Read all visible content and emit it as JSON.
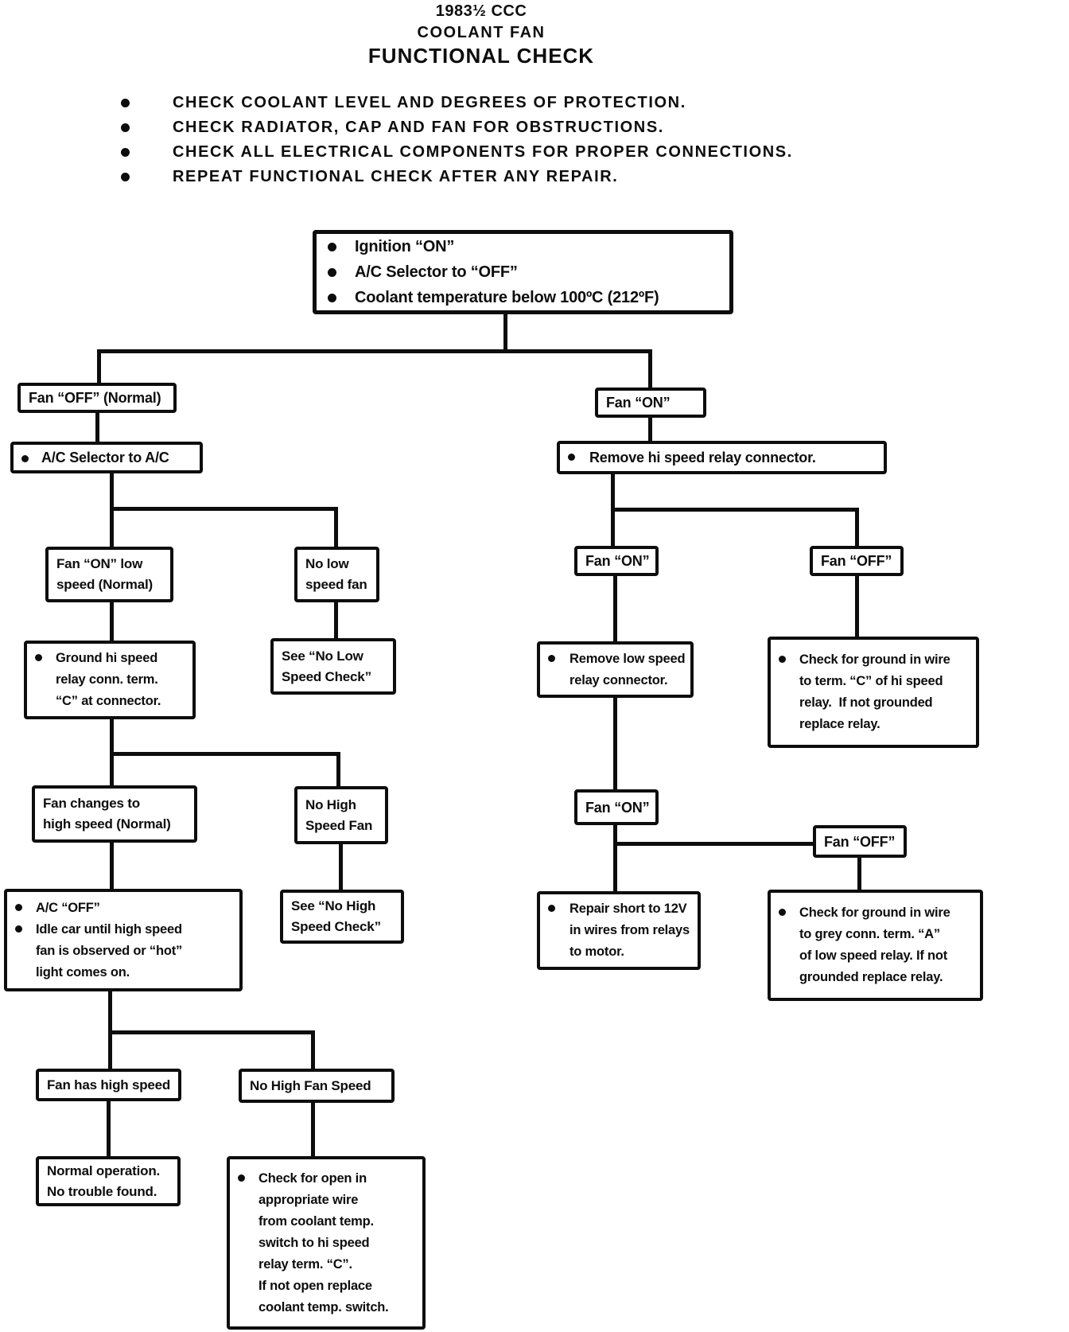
{
  "ink_color": "#0d0d0d",
  "paper_color": "#ffffff",
  "header": {
    "title_line1": "1983½ CCC",
    "title_line2": "COOLANT FAN",
    "title_line3": "FUNCTIONAL CHECK",
    "checklist": [
      "CHECK COOLANT LEVEL AND DEGREES OF PROTECTION.",
      "CHECK RADIATOR, CAP AND FAN FOR OBSTRUCTIONS.",
      "CHECK ALL ELECTRICAL COMPONENTS FOR PROPER CONNECTIONS.",
      "REPEAT FUNCTIONAL CHECK AFTER ANY REPAIR."
    ]
  },
  "nodes": {
    "start": {
      "items": [
        "Ignition “ON”",
        "A/C Selector to “OFF”",
        "Coolant temperature below 100ºC (212ºF)"
      ]
    },
    "fan_off_normal": {
      "label": "Fan “OFF” (Normal)"
    },
    "ac_selector": {
      "item": "A/C Selector to A/C"
    },
    "fan_on_low": {
      "label": "Fan “ON” low\nspeed (Normal)"
    },
    "no_low_fan": {
      "label": "No low\nspeed fan"
    },
    "ground_hi": {
      "item": "Ground hi speed\nrelay conn. term.\n“C” at connector."
    },
    "see_no_low": {
      "label": "See “No Low\nSpeed Check”"
    },
    "fan_changes": {
      "label": "Fan changes to\nhigh speed (Normal)"
    },
    "no_high_speed_fan": {
      "label": "No High\nSpeed Fan"
    },
    "ac_off": {
      "items": [
        "A/C “OFF”",
        "Idle car until high speed\nfan is observed or “hot”\nlight comes on."
      ]
    },
    "see_no_high": {
      "label": "See “No High\nSpeed Check”"
    },
    "fan_has_high": {
      "label": "Fan has high speed"
    },
    "no_high_fan_speed": {
      "label": "No High Fan Speed"
    },
    "normal_op": {
      "label": "Normal operation.\nNo trouble found."
    },
    "check_open": {
      "item": "Check for open in\nappropriate wire\nfrom coolant temp.\nswitch to hi speed\nrelay term. “C”.\nIf not open replace\ncoolant temp. switch."
    },
    "fan_on_1": {
      "label": "Fan “ON”"
    },
    "remove_hi": {
      "item": "Remove hi speed relay connector."
    },
    "fan_on_2": {
      "label": "Fan “ON”"
    },
    "fan_off_2": {
      "label": "Fan “OFF”"
    },
    "remove_low": {
      "item": "Remove low speed\nrelay connector."
    },
    "check_ground_hi": {
      "item": "Check for ground in wire\nto term. “C” of hi speed\nrelay.  If not grounded\nreplace relay."
    },
    "fan_on_3": {
      "label": "Fan “ON”"
    },
    "fan_off_3": {
      "label": "Fan “OFF”"
    },
    "repair_short": {
      "item": "Repair short to 12V\nin wires from relays\nto motor."
    },
    "check_ground_low": {
      "item": "Check for ground in wire\nto grey conn. term. “A”\nof low speed relay. If not\ngrounded replace relay."
    }
  }
}
